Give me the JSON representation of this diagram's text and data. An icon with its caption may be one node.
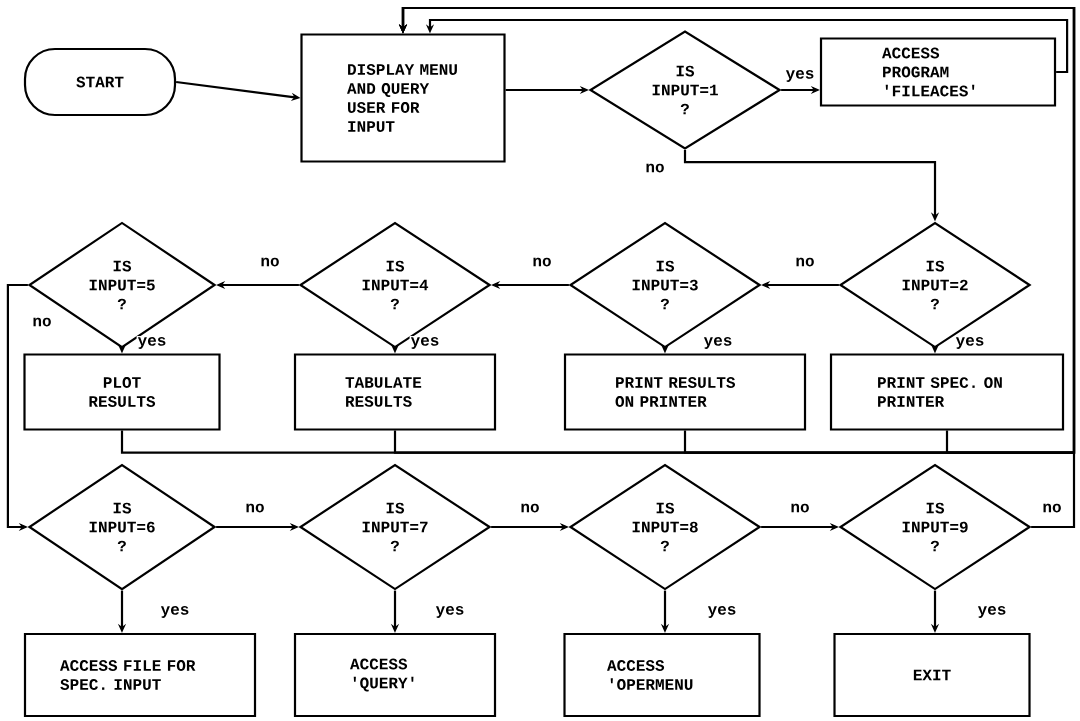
{
  "diagram": {
    "nodes": [
      {
        "text": [
          "START"
        ]
      },
      {
        "text": [
          "DISPLAY MENU AND QUERY USER FOR INPUT"
        ]
      },
      {
        "text": [
          "IS INPUT=1 ?"
        ]
      },
      {
        "text": [
          "ACCESS PROGRAM 'FILEACES'"
        ]
      },
      {
        "text": [
          "IS INPUT=2 ?"
        ]
      },
      {
        "text": [
          "IS INPUT=3 ?"
        ]
      },
      {
        "text": [
          "IS INPUT=4 ?"
        ]
      },
      {
        "text": [
          "IS INPUT=5 ?"
        ]
      },
      {
        "text": [
          "PLOT RESULTS"
        ]
      },
      {
        "text": [
          "TABULATE RESULTS"
        ]
      },
      {
        "text": [
          "PRINT RESULTS ON PRINTER"
        ]
      },
      {
        "text": [
          "PRINT SPEC. ON PRINTER"
        ]
      },
      {
        "text": [
          "IS INPUT=6 ?"
        ]
      },
      {
        "text": [
          "IS INPUT=7 ?"
        ]
      },
      {
        "text": [
          "IS INPUT=8 ?"
        ]
      },
      {
        "text": [
          "IS INPUT=9 ?"
        ]
      },
      {
        "text": [
          "ACCESS FILE FOR SPEC. INPUT"
        ]
      },
      {
        "text": [
          "ACCESS 'QUERY'"
        ]
      },
      {
        "text": [
          "ACCESS 'OPERMENU"
        ]
      },
      {
        "text": [
          "EXIT"
        ]
      }
    ],
    "edges": [
      {
        "from": 0,
        "to": 1,
        "arrow": "to"
      },
      {
        "from": 1,
        "to": 2,
        "arrow": "to"
      },
      {
        "from": 2,
        "to": 3,
        "arrow": "to",
        "label": "yes"
      },
      {
        "from": 2,
        "to": 4,
        "arrow": "to",
        "label": "no"
      },
      {
        "from": 4,
        "to": 5,
        "arrow": "to",
        "label": "no"
      },
      {
        "from": 5,
        "to": 6,
        "arrow": "to",
        "label": "no"
      },
      {
        "from": 6,
        "to": 7,
        "arrow": "to",
        "label": "no"
      },
      {
        "from": 7,
        "to": 12,
        "arrow": "to",
        "label": "no"
      },
      {
        "from": 7,
        "to": 8,
        "arrow": "to",
        "label": "yes"
      },
      {
        "from": 6,
        "to": 9,
        "arrow": "to",
        "label": "yes"
      },
      {
        "from": 5,
        "to": 10,
        "arrow": "to",
        "label": "yes"
      },
      {
        "from": 4,
        "to": 11,
        "arrow": "to",
        "label": "yes"
      },
      {
        "from": 8,
        "to": 1,
        "arrow": "to"
      },
      {
        "from": 9,
        "to": 1,
        "arrow": "to"
      },
      {
        "from": 10,
        "to": 1,
        "arrow": "to"
      },
      {
        "from": 11,
        "to": 1,
        "arrow": "to"
      },
      {
        "from": 3,
        "to": 1,
        "arrow": "to"
      },
      {
        "from": 15,
        "to": 1,
        "arrow": "to",
        "label": "no"
      },
      {
        "from": 12,
        "to": 13,
        "arrow": "to",
        "label": "no"
      },
      {
        "from": 13,
        "to": 14,
        "arrow": "to",
        "label": "no"
      },
      {
        "from": 14,
        "to": 15,
        "arrow": "to",
        "label": "no"
      },
      {
        "from": 12,
        "to": 16,
        "arrow": "to",
        "label": "yes"
      },
      {
        "from": 13,
        "to": 17,
        "arrow": "to",
        "label": "yes"
      },
      {
        "from": 14,
        "to": 18,
        "arrow": "to",
        "label": "yes"
      },
      {
        "from": 15,
        "to": 19,
        "arrow": "to",
        "label": "yes"
      }
    ]
  }
}
